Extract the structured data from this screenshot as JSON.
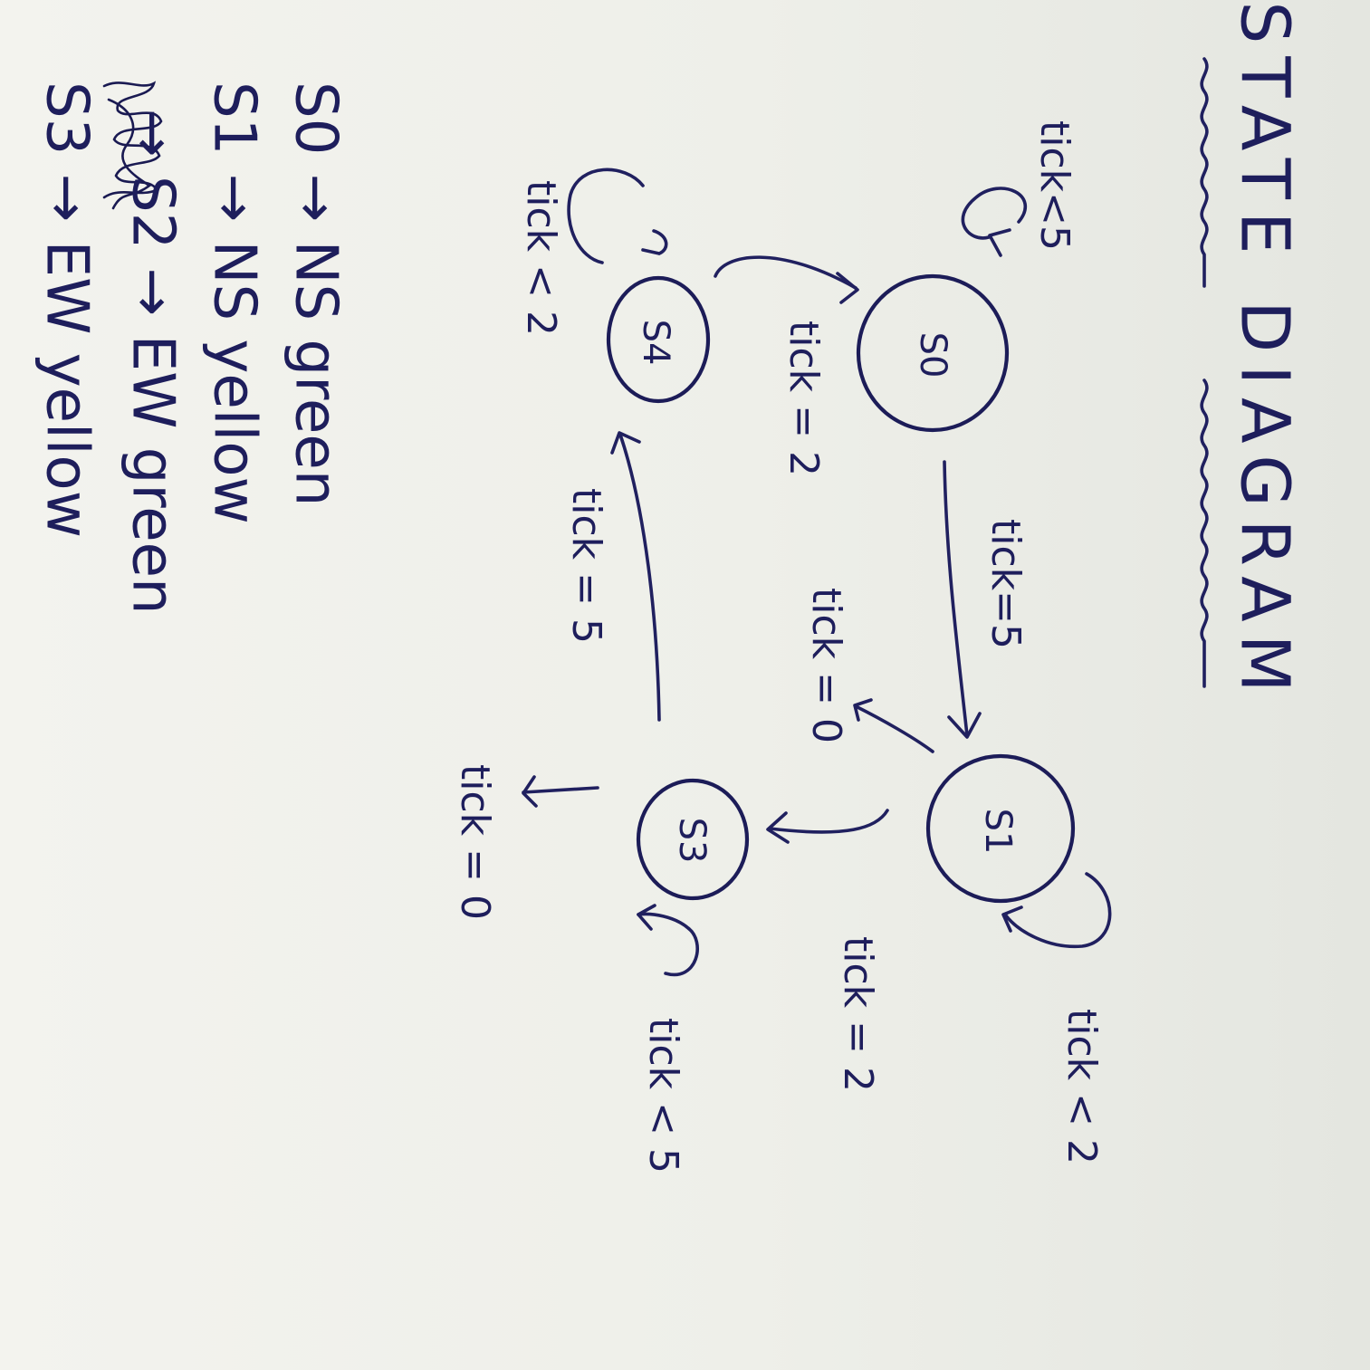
{
  "title": "STATE DIAGRAM",
  "states": [
    {
      "id": "s0",
      "label": "S0"
    },
    {
      "id": "s1",
      "label": "S1"
    },
    {
      "id": "s3",
      "label": "S3"
    },
    {
      "id": "s4",
      "label": "S4"
    }
  ],
  "transitions": {
    "s0_self": "tick<5",
    "s0_to_s1": "tick=5",
    "s1_self": "tick < 2",
    "s1_to_s3": "tick = 2",
    "s1_to_s0": "tick = 0",
    "s3_self": "tick < 5",
    "s3_to_s4": "tick = 5",
    "s3_in": "tick = 0",
    "s4_self": "tick < 2",
    "s4_to_s0": "tick = 2"
  },
  "legend": [
    "S0 → NS green",
    "S1 → NS yellow",
    "→ S2 → EW green",
    "S3 → EW yellow"
  ],
  "ink_color": "#20205f"
}
